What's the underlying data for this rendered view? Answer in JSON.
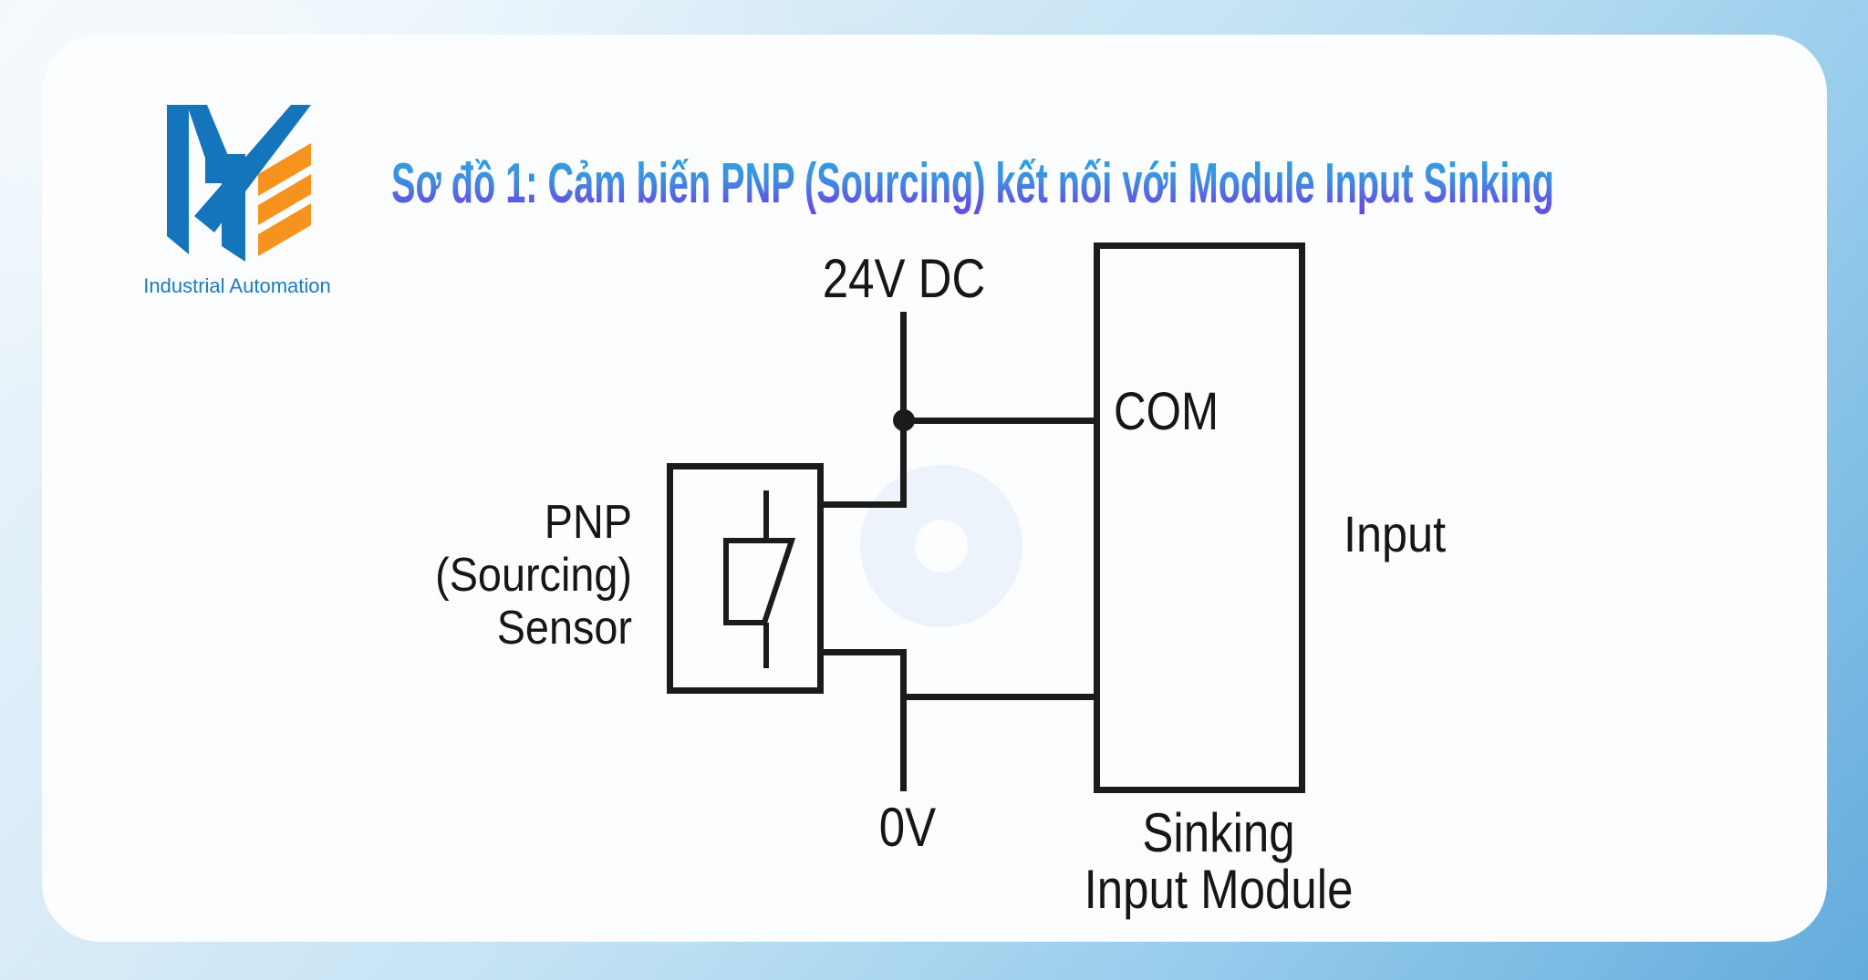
{
  "page": {
    "background_top_left_color": "#eef6fb",
    "background_bottom_right_color": "#63acdc",
    "card_color": "#fbfdfe"
  },
  "logo": {
    "tagline": "Industrial Automation",
    "blue": "#1474bc",
    "orange": "#f6921e",
    "tagline_color": "#1b7ac2"
  },
  "title": {
    "text": "Sơ đồ 1: Cảm biến PNP (Sourcing) kết nối với Module Input Sinking",
    "gradient_top": "#2ba6de",
    "gradient_bottom": "#6350e2"
  },
  "diagram": {
    "line_color": "#1b1b1b",
    "text_color": "#161616",
    "watermark_color": "#edf3fa",
    "labels": {
      "supply": "24V DC",
      "com": "COM",
      "input": "Input",
      "ground": "0V",
      "sensor": [
        "PNP",
        "(Sourcing)",
        "Sensor"
      ],
      "module": [
        "Sinking",
        "Input Module"
      ]
    }
  }
}
